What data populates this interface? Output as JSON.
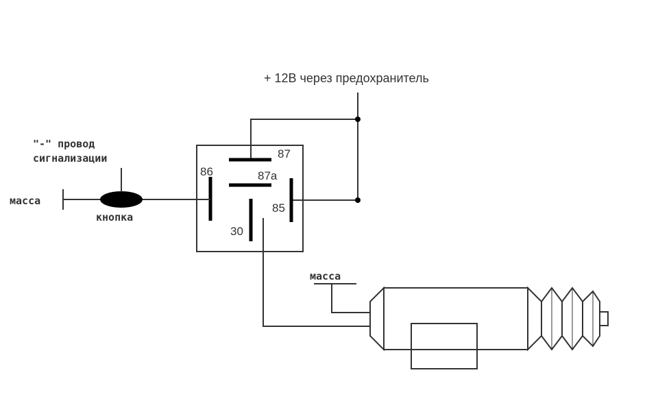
{
  "labels": {
    "power": "+ 12В через предохранитель",
    "wire_line1": "\"-\" провод",
    "wire_line2": "сигнализации",
    "ground_left": "масса",
    "button": "кнопка",
    "ground_actuator": "масса",
    "pin_87": "87",
    "pin_87a": "87a",
    "pin_86": "86",
    "pin_85": "85",
    "pin_30": "30"
  }
}
